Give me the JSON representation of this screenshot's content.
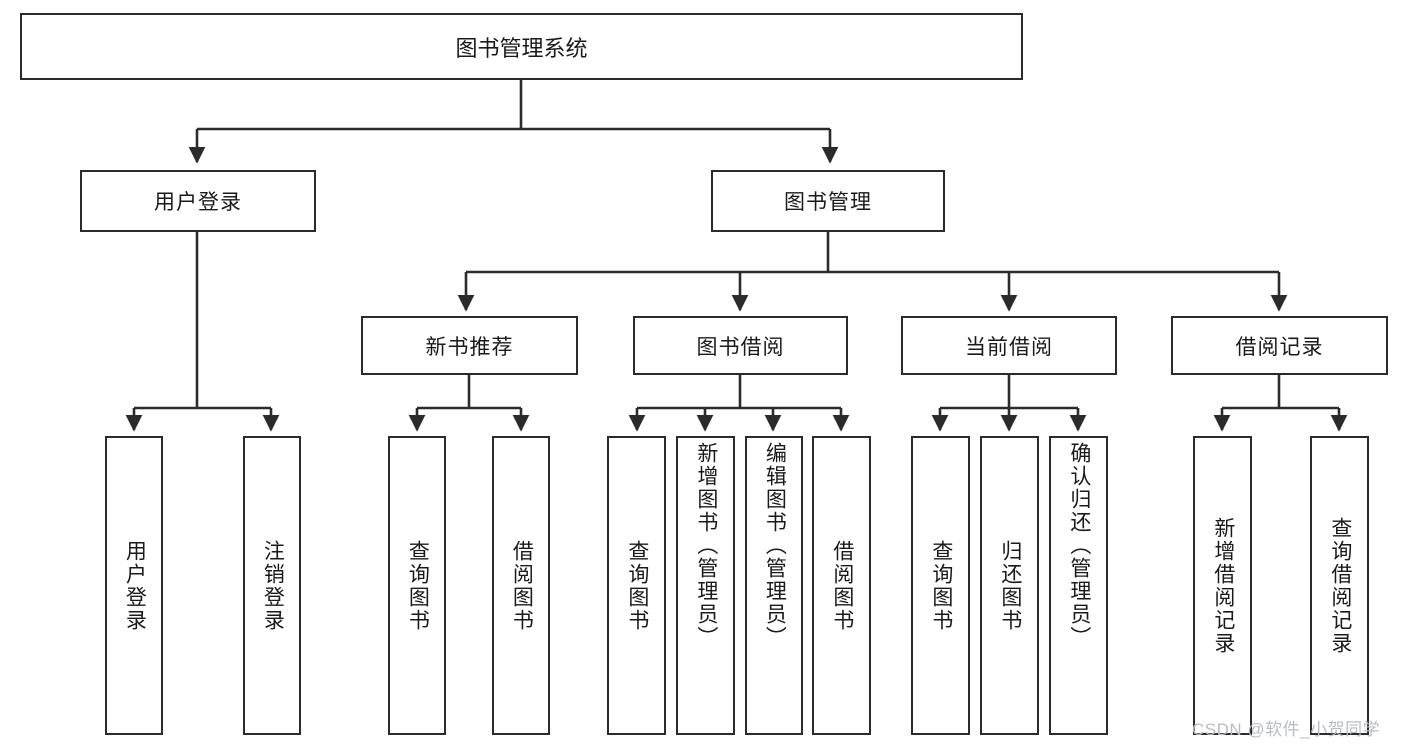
{
  "diagram": {
    "title": "图书管理系统",
    "type": "tree-hierarchy",
    "watermark": "CSDN @软件_小贺同学",
    "colors": {
      "box_border": "#2b2b2b",
      "box_fill": "#ffffff",
      "edge": "#2b2b2b",
      "text": "#1a1a1a",
      "watermark": "#b9bcc0"
    },
    "levels": {
      "root": {
        "label": "图书管理系统"
      },
      "level2": [
        {
          "label": "用户登录"
        },
        {
          "label": "图书管理"
        }
      ],
      "level3": [
        {
          "label": "新书推荐"
        },
        {
          "label": "图书借阅"
        },
        {
          "label": "当前借阅"
        },
        {
          "label": "借阅记录"
        }
      ],
      "leaves": {
        "user_login": [
          {
            "label": "用户登录"
          },
          {
            "label": "注销登录"
          }
        ],
        "new_book_recommend": [
          {
            "label": "查询图书"
          },
          {
            "label": "借阅图书"
          }
        ],
        "book_borrow": [
          {
            "label": "查询图书"
          },
          {
            "label": "新增图书（管理员）"
          },
          {
            "label": "编辑图书（管理员）"
          },
          {
            "label": "借阅图书"
          }
        ],
        "current_borrow": [
          {
            "label": "查询图书"
          },
          {
            "label": "归还图书"
          },
          {
            "label": "确认归还（管理员）"
          }
        ],
        "borrow_record": [
          {
            "label": "新增借阅记录"
          },
          {
            "label": "查询借阅记录"
          }
        ]
      }
    }
  }
}
